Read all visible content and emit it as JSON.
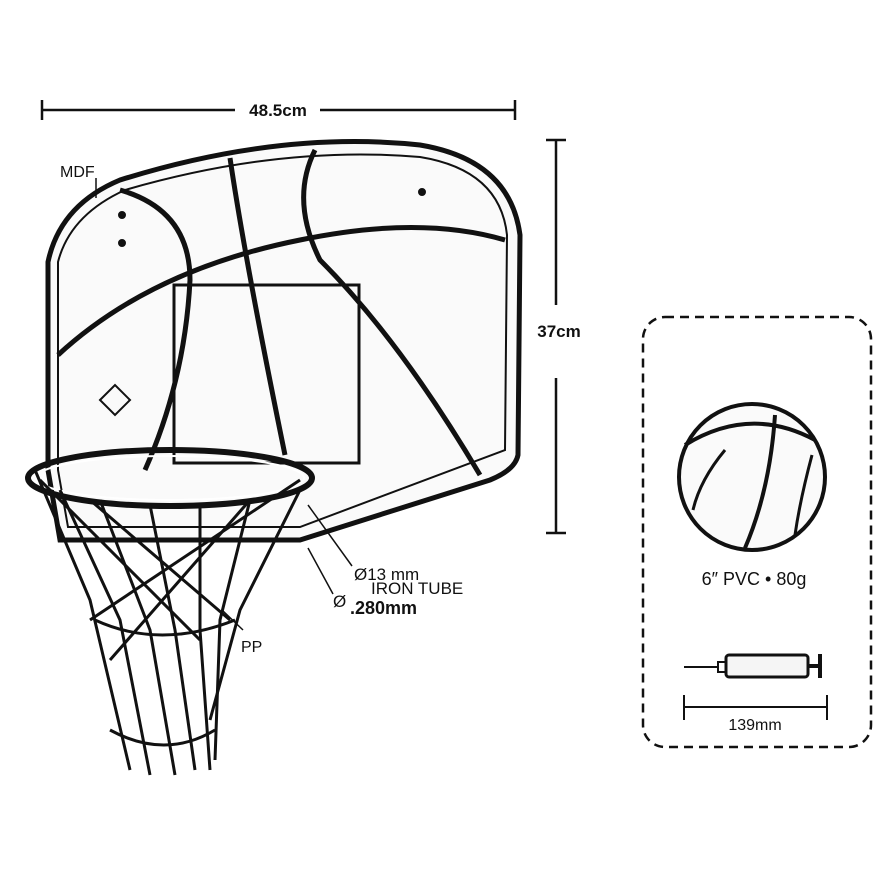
{
  "dimensions": {
    "width_label": "48.5cm",
    "height_label": "37cm"
  },
  "callouts": {
    "board_material": "MDF",
    "tube_diameter": "Ø13 mm",
    "tube_material": "IRON TUBE",
    "rim_diameter_symbol": "Ø",
    "rim_diameter": ".280mm",
    "net_material": "PP"
  },
  "accessories": {
    "ball_spec": "6″ PVC • 80g",
    "pump_length": "139mm"
  }
}
